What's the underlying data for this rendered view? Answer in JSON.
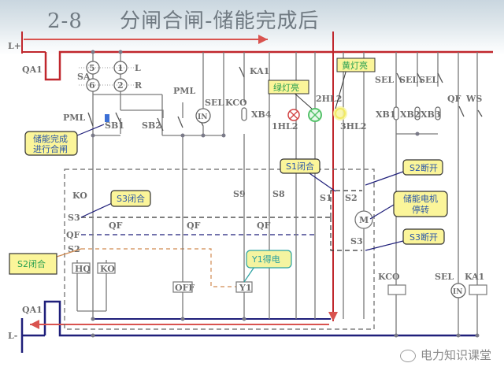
{
  "title": {
    "number": "2-8",
    "text": "分闸合闸-储能完成后"
  },
  "bus": {
    "positive": "L+",
    "negative": "L-"
  },
  "breaker": {
    "top": "QA1",
    "bottom": "QA1"
  },
  "selector": {
    "name": "SA",
    "contacts": [
      "5",
      "1",
      "6",
      "2"
    ],
    "left_label": "L",
    "right_label": "R"
  },
  "components": {
    "pml_left": "PML",
    "sb1": "SB1",
    "sb2": "SB2",
    "pml_mid": "PML",
    "sel_in": "SEL",
    "kco_top": "KCO",
    "in_meter": "IN",
    "xb4": "XB4",
    "ka1_top": "KA1",
    "hl1": "1HL2",
    "hl2": "2HL2",
    "hl3": "3HL2",
    "sel1": "SEL",
    "sel2": "SEL",
    "sel3": "SEL",
    "xb1": "XB1",
    "xb2": "XB2",
    "xb3": "XB3",
    "qf_right": "QF",
    "ws": "WS",
    "ko_top": "KO",
    "s3_left": "S3",
    "qf_left": "QF",
    "s2_left": "S2",
    "qf_a": "QF",
    "qf_b": "QF",
    "qf_c": "QF",
    "hq": "HQ",
    "ko_coil": "KO",
    "off": "OFF",
    "y1": "Y1",
    "s9": "S9",
    "s8": "S8",
    "s1": "S1",
    "s2_right": "S2",
    "motor": "M",
    "s3_right": "S3",
    "kco_bottom": "KCO",
    "sel_bottom": "SEL",
    "ka1_bottom": "KA1",
    "in_bottom": "IN"
  },
  "callouts": {
    "energy_done": [
      "储能完成",
      "进行合闸"
    ],
    "green_light": "绿灯亮",
    "yellow_light": "黄灯亮",
    "s1_closed": "S1闭合",
    "s2_open": "S2断开",
    "motor_stop": [
      "储能电机",
      "停转"
    ],
    "s3_open": "S3断开",
    "s3_closed": "S3闭合",
    "s2_closed": "S2闭合",
    "y1_energized": "Y1得电"
  },
  "colors": {
    "positive_bus": "#c0272d",
    "negative_bus": "#1f1f7a",
    "wire": "#7a7a7a",
    "current_flow": "#d9534f",
    "callout_fill": "#fbf59a",
    "callout_fill_green": "#f4f4a0",
    "lamp_red": "#d24444",
    "lamp_green": "#55c26a",
    "lamp_yellow": "#f2ea63"
  },
  "watermark": "电力知识课堂"
}
